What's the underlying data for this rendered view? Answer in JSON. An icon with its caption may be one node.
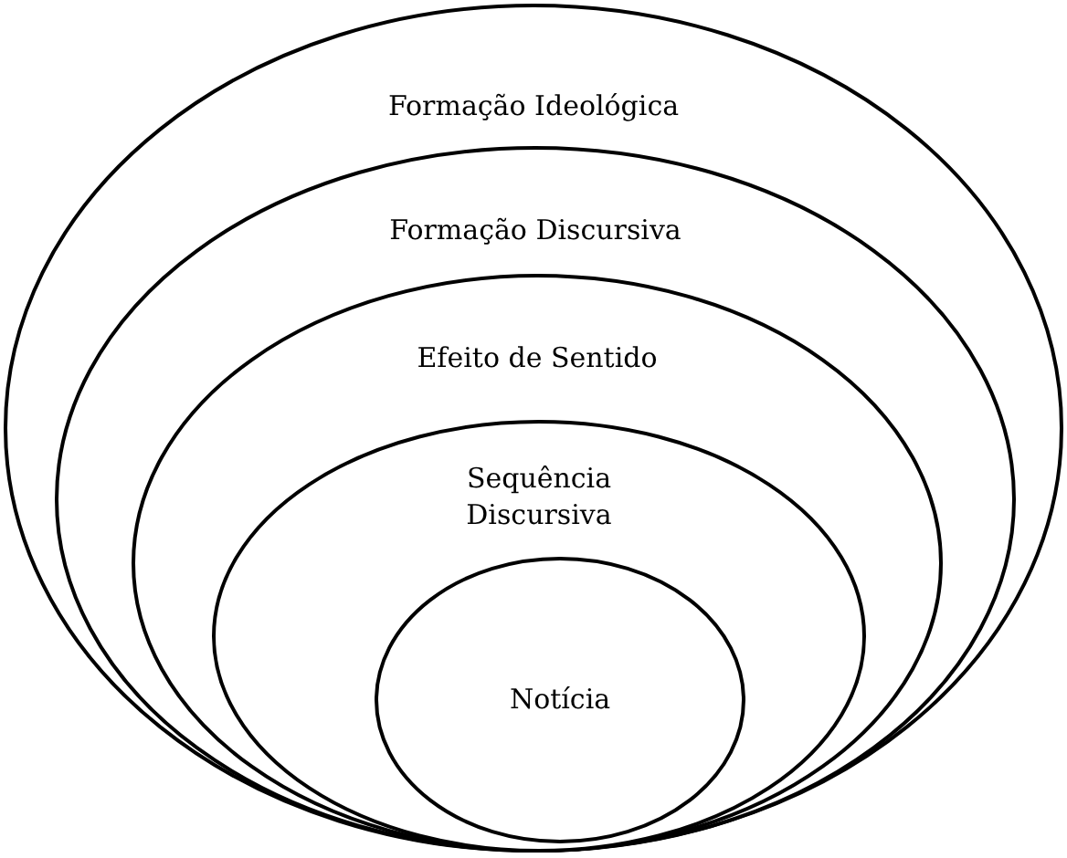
{
  "diagram": {
    "nodes": [
      {
        "text": [
          "Formação Ideológica"
        ]
      },
      {
        "text": [
          "Formação Discursiva"
        ],
        "in": 0
      },
      {
        "text": [
          "Efeito de Sentido"
        ],
        "in": 1
      },
      {
        "text": [
          "Sequência Discursiva"
        ],
        "in": 2
      },
      {
        "text": [
          "Notícia"
        ],
        "in": 3
      }
    ]
  }
}
